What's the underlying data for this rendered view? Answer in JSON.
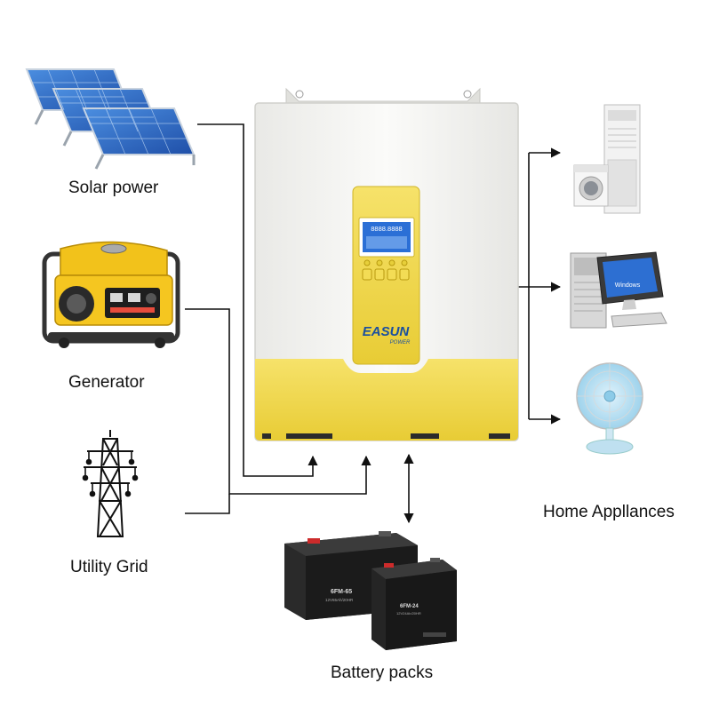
{
  "sources": [
    {
      "id": "solar",
      "label": "Solar power",
      "icon": "solar-panel-icon"
    },
    {
      "id": "generator",
      "label": "Generator",
      "icon": "generator-icon"
    },
    {
      "id": "grid",
      "label": "Utility Grid",
      "icon": "transmission-tower-icon"
    }
  ],
  "inverter": {
    "brand_main": "EASUN",
    "brand_sub": "POWER",
    "lcd_text": "8888.8888"
  },
  "storage": {
    "label": "Battery packs",
    "battery_large": {
      "model": "6FM-65",
      "spec": "12V65Ah/20HR"
    },
    "battery_small": {
      "model": "6FM-24",
      "spec": "12V24Ah/20HR"
    }
  },
  "loads": {
    "label": "Home Appllances",
    "items": [
      {
        "id": "aircon-washer",
        "icon": "air-conditioner-icon"
      },
      {
        "id": "computer",
        "icon": "computer-icon",
        "screen_text": "Windows"
      },
      {
        "id": "fan",
        "icon": "fan-icon"
      }
    ]
  },
  "colors": {
    "inverter_yellow": "#f0d84a",
    "inverter_body": "#f4f4f2",
    "line": "#111111",
    "battery": "#222222"
  }
}
